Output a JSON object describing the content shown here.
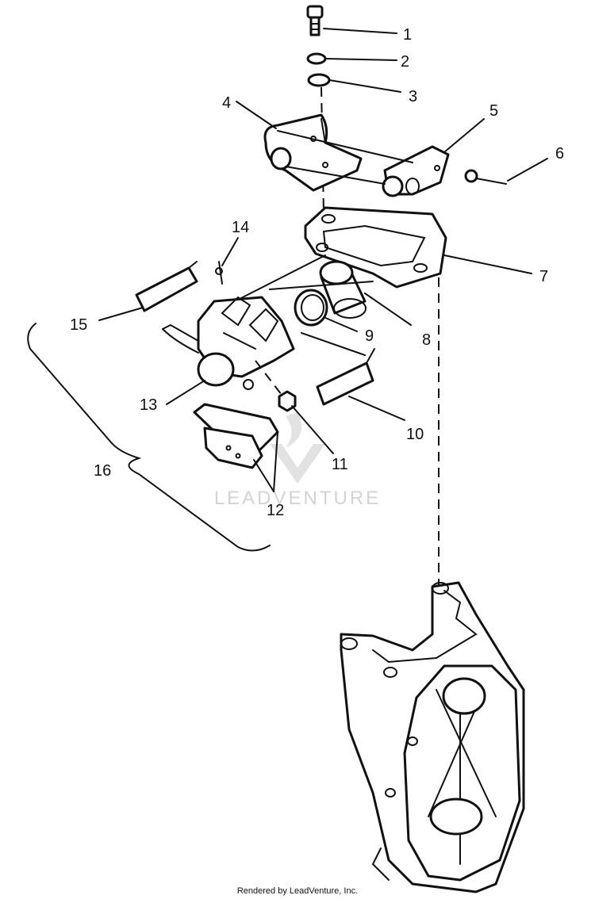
{
  "diagram": {
    "callouts": [
      "1",
      "2",
      "3",
      "4",
      "5",
      "6",
      "7",
      "8",
      "9",
      "10",
      "11",
      "12",
      "13",
      "14",
      "15",
      "16"
    ],
    "watermark": "LEADVENTURE",
    "footer": "Rendered by LeadVenture, Inc."
  }
}
